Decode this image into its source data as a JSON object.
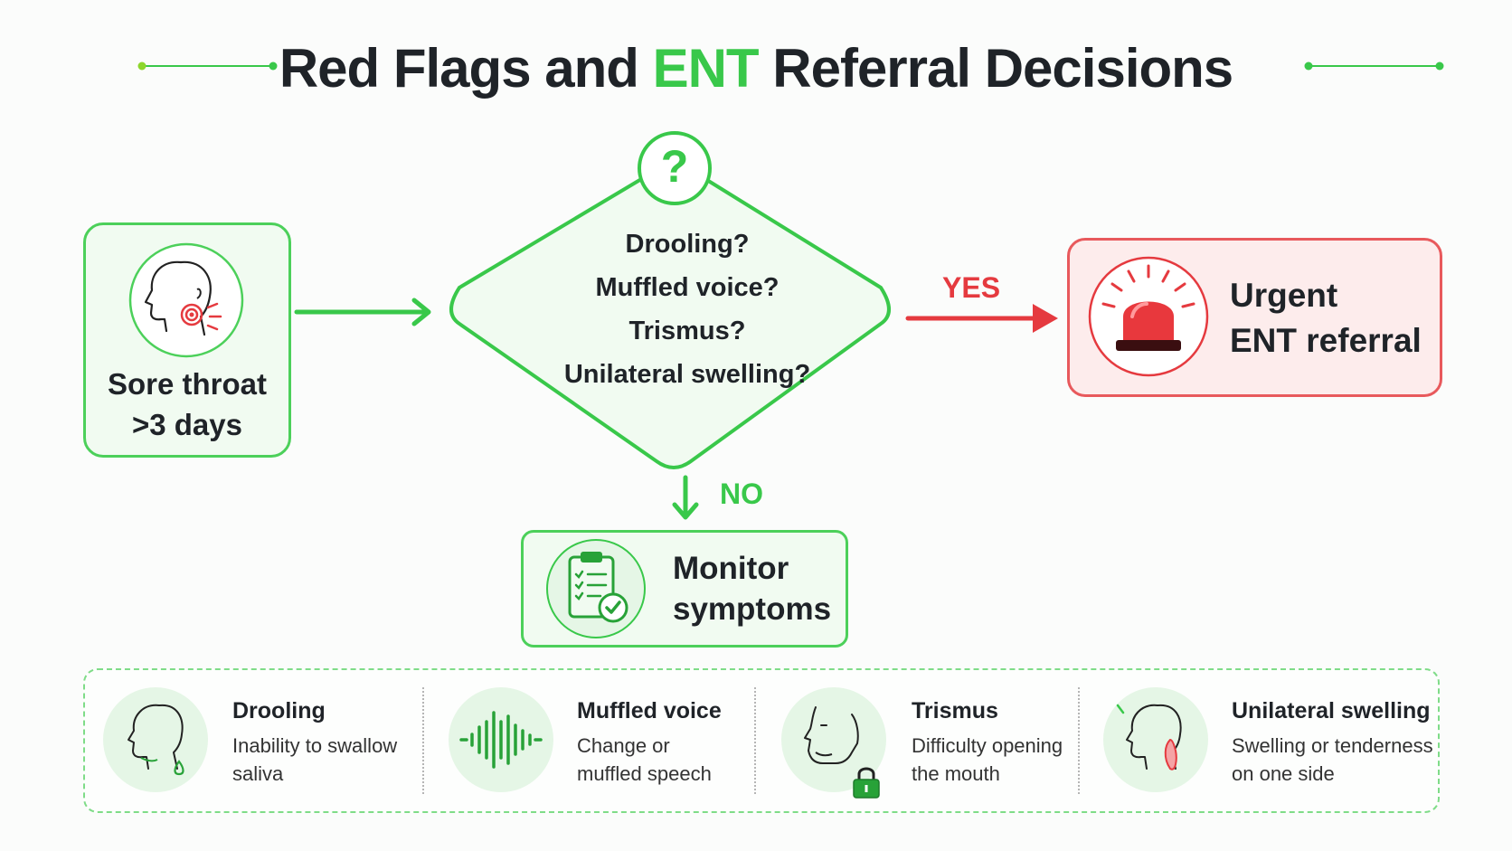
{
  "title": {
    "part1": "Red Flags and ",
    "highlight": "ENT",
    "part2": " Referral Decisions"
  },
  "start": {
    "line1": "Sore throat",
    "line2": ">3 days",
    "icon": "head-throat-pain-icon"
  },
  "decision": {
    "icon": "question-mark-icon",
    "mark": "?",
    "questions": [
      "Drooling?",
      "Muffled voice?",
      "Trismus?",
      "Unilateral swelling?"
    ]
  },
  "yes_branch": {
    "label": "YES",
    "line1": "Urgent",
    "line2": "ENT referral",
    "icon": "siren-alarm-icon"
  },
  "no_branch": {
    "label": "NO",
    "line1": "Monitor",
    "line2": "symptoms",
    "icon": "clipboard-check-icon"
  },
  "legend": [
    {
      "title": "Drooling",
      "desc1": "Inability to swallow",
      "desc2": "saliva",
      "icon": "head-drool-icon"
    },
    {
      "title": "Muffled voice",
      "desc1": "Change or",
      "desc2": "muffled speech",
      "icon": "sound-wave-icon"
    },
    {
      "title": "Trismus",
      "desc1": "Difficulty opening",
      "desc2": "the mouth",
      "icon": "jaw-lock-icon"
    },
    {
      "title": "Unilateral swelling",
      "desc1": "Swelling or tenderness",
      "desc2": "on one side",
      "icon": "neck-swelling-icon"
    }
  ],
  "colors": {
    "green": "#39c84a",
    "red": "#e53a3f",
    "dark": "#1f2328"
  }
}
